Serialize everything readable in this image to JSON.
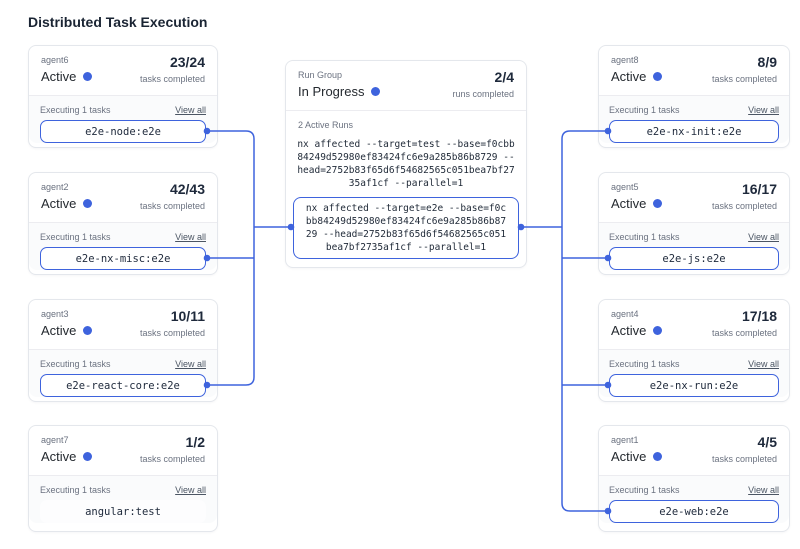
{
  "title": "Distributed Task Execution",
  "labels": {
    "tasks_completed": "tasks completed",
    "executing": "Executing 1 tasks",
    "view_all": "View all",
    "run_group": "Run Group",
    "runs_completed": "runs completed",
    "active_runs": "2 Active Runs"
  },
  "left_agents": [
    {
      "name": "agent6",
      "status": "Active",
      "completed": "23/24",
      "task": "e2e-node:e2e"
    },
    {
      "name": "agent2",
      "status": "Active",
      "completed": "42/43",
      "task": "e2e-nx-misc:e2e"
    },
    {
      "name": "agent3",
      "status": "Active",
      "completed": "10/11",
      "task": "e2e-react-core:e2e"
    },
    {
      "name": "agent7",
      "status": "Active",
      "completed": "1/2",
      "task": "angular:test"
    }
  ],
  "right_agents": [
    {
      "name": "agent8",
      "status": "Active",
      "completed": "8/9",
      "task": "e2e-nx-init:e2e"
    },
    {
      "name": "agent5",
      "status": "Active",
      "completed": "16/17",
      "task": "e2e-js:e2e"
    },
    {
      "name": "agent4",
      "status": "Active",
      "completed": "17/18",
      "task": "e2e-nx-run:e2e"
    },
    {
      "name": "agent1",
      "status": "Active",
      "completed": "4/5",
      "task": "e2e-web:e2e"
    }
  ],
  "run_group": {
    "status": "In Progress",
    "completed": "2/4",
    "commands": [
      "nx affected --target=test --base=f0cbb84249d52980ef83424fc6e9a285b86b8729 --head=2752b83f65d6f54682565c051bea7bf2735af1cf --parallel=1",
      "nx affected --target=e2e --base=f0cbb84249d52980ef83424fc6e9a285b86b8729 --head=2752b83f65d6f54682565c051bea7bf2735af1cf --parallel=1"
    ]
  },
  "colors": {
    "accent": "#3E63DD",
    "card_border": "#e4e7ec"
  }
}
